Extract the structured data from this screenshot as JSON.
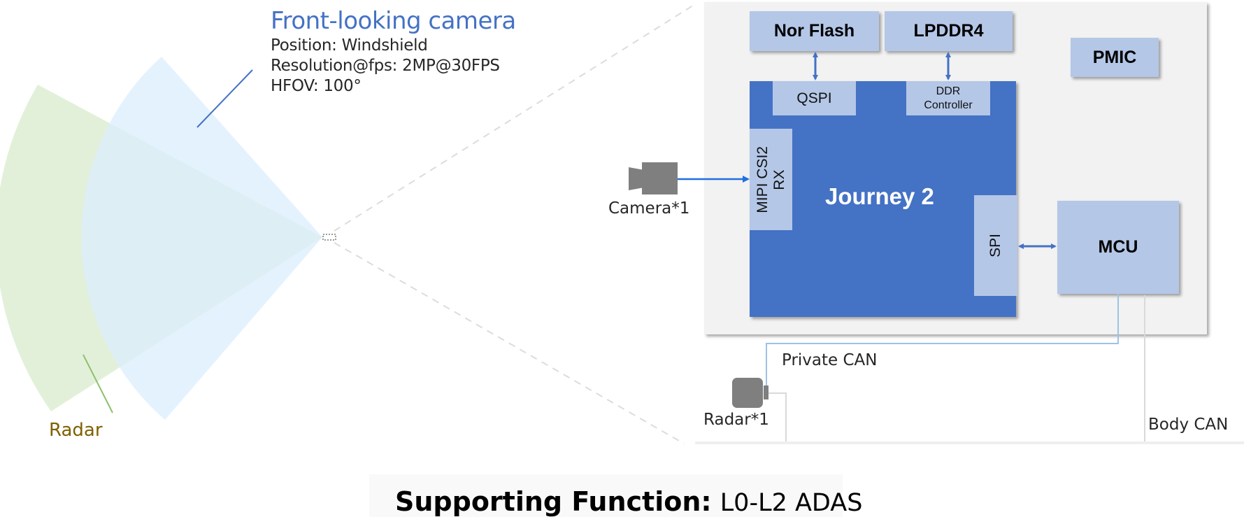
{
  "sensor_view": {
    "camera": {
      "title": "Front-looking camera",
      "position": "Position: Windshield",
      "resolution": "Resolution@fps: 2MP@30FPS",
      "hfov": "HFOV: 100°",
      "fov_degrees": 100,
      "fov_color": "#dbeefd",
      "accent_color": "#4472c4"
    },
    "radar": {
      "label": "Radar",
      "fov_color": "#e2f0d9",
      "label_color": "#7f6000",
      "leader_color": "#8fbf6f"
    }
  },
  "block_diagram": {
    "soc_label": "Journey 2",
    "memory": [
      {
        "label": "Nor Flash"
      },
      {
        "label": "LPDDR4"
      }
    ],
    "pmic_label": "PMIC",
    "mcu_label": "MCU",
    "interfaces": {
      "qspi": "QSPI",
      "ddr_line1": "DDR",
      "ddr_line2": "Controller",
      "mipi": "MIPI CSI2 RX",
      "mipi_line1": "MIPI CSI2",
      "mipi_line2": "RX",
      "spi": "SPI"
    },
    "camera_label": "Camera*1",
    "radar_label": "Radar*1",
    "private_can_label": "Private CAN",
    "body_can_label": "Body CAN",
    "colors": {
      "soc": "#4472c4",
      "block": "#b4c7e7",
      "panel": "#f2f2f2",
      "arrow": "#4472c4",
      "camera_arrow": "#1f6fe0",
      "private_can": "#9dc3e6",
      "body_can": "#d9d9d9",
      "device": "#7f7f7f"
    }
  },
  "footer": {
    "prefix": "Supporting Function:",
    "value": "L0-L2 ADAS"
  }
}
